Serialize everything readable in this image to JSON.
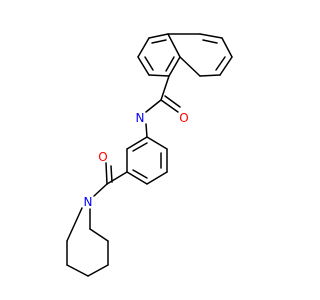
{
  "molecule": {
    "atom_labels": {
      "amide_oxygen": "O",
      "amide_nitrogen": "N",
      "ketone_oxygen": "O",
      "piperidine_nitrogen": "N"
    },
    "colors": {
      "bond": "#000000",
      "oxygen": "#ff0000",
      "nitrogen": "#0000ff"
    }
  }
}
